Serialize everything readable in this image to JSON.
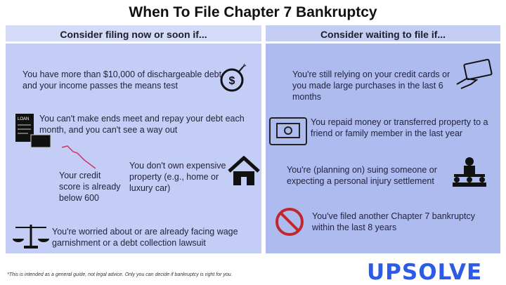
{
  "title": "When To File Chapter 7 Bankruptcy",
  "left": {
    "header": "Consider filing now or soon if...",
    "items": [
      "You have more than $10,000 of dischargeable debt and your income passes the means test",
      "You can't make ends meet and repay your debt each month, and you can't see a way out",
      "Your credit score is already below 600",
      "You don't own expensive property (e.g., home or luxury car)",
      "You're worried about or are already facing wage garnishment or a debt collection lawsuit"
    ],
    "loan_label": "LOAN"
  },
  "right": {
    "header": "Consider waiting to file if...",
    "items": [
      "You're still relying on your credit cards or you made large purchases in the last 6 months",
      "You repaid money or transferred property to a friend or family member in the last year",
      "You're (planning on) suing someone or expecting a personal injury settlement",
      "You've filed another Chapter 7 bankruptcy within the last 8 years"
    ]
  },
  "footer": "*This is intended as a general guide, not legal advice. Only you can decide if bankruptcy is right for you.",
  "logo": "UPSOLVE",
  "colors": {
    "logo": "#2d5ae6",
    "left_panel": "#c3cdf5",
    "right_panel": "#aebbee",
    "prohibited": "#c0282e"
  }
}
